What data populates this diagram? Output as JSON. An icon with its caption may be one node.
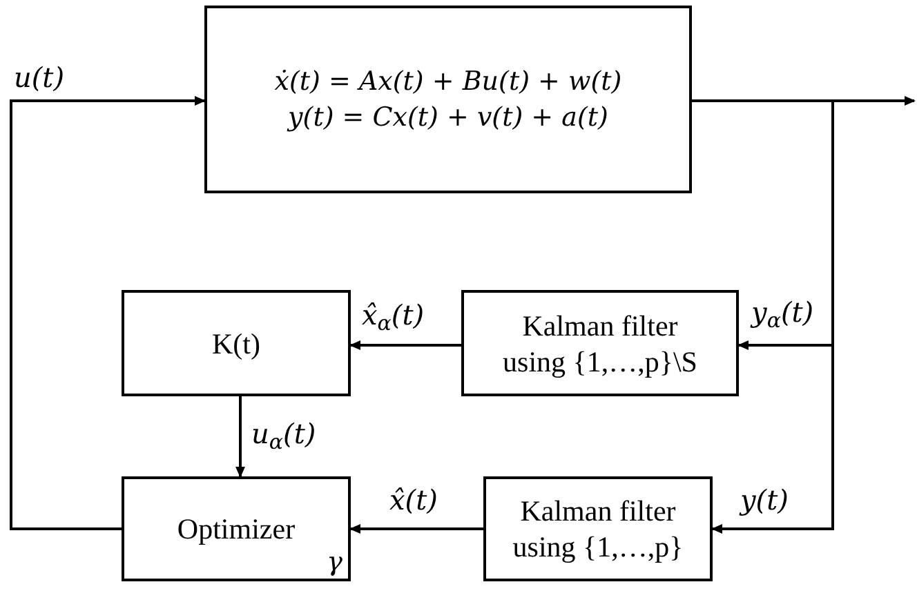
{
  "diagram": {
    "nodes": [
      {
        "text": [
          "ẋ(t) = Ax(t) + Bu(t) + w(t)",
          "y(t) = Cx(t) + v(t) + a(t)"
        ]
      },
      {
        "text": [
          "K(t)"
        ]
      },
      {
        "text": [
          "Kalman filter using {1,…,p}\\S"
        ]
      },
      {
        "text": [
          "Optimizer",
          "γ"
        ]
      },
      {
        "text": [
          "Kalman filter using {1,…,p}"
        ]
      }
    ],
    "edges": [
      {
        "from": 3,
        "to": 0,
        "arrow": "to",
        "label": "u(t)"
      },
      {
        "from": 0,
        "to": null,
        "arrow": "to"
      },
      {
        "from": 0,
        "to": 2,
        "arrow": "to",
        "label": "y$_{α}$(t)"
      },
      {
        "from": 0,
        "to": 4,
        "arrow": "to",
        "label": "y(t)"
      },
      {
        "from": 2,
        "to": 1,
        "arrow": "to",
        "label": "x̂$_{α}$(t)"
      },
      {
        "from": 1,
        "to": 3,
        "arrow": "to",
        "label": "u$_{α}$(t)"
      },
      {
        "from": 4,
        "to": 3,
        "arrow": "to",
        "label": "x̂(t)"
      }
    ]
  }
}
